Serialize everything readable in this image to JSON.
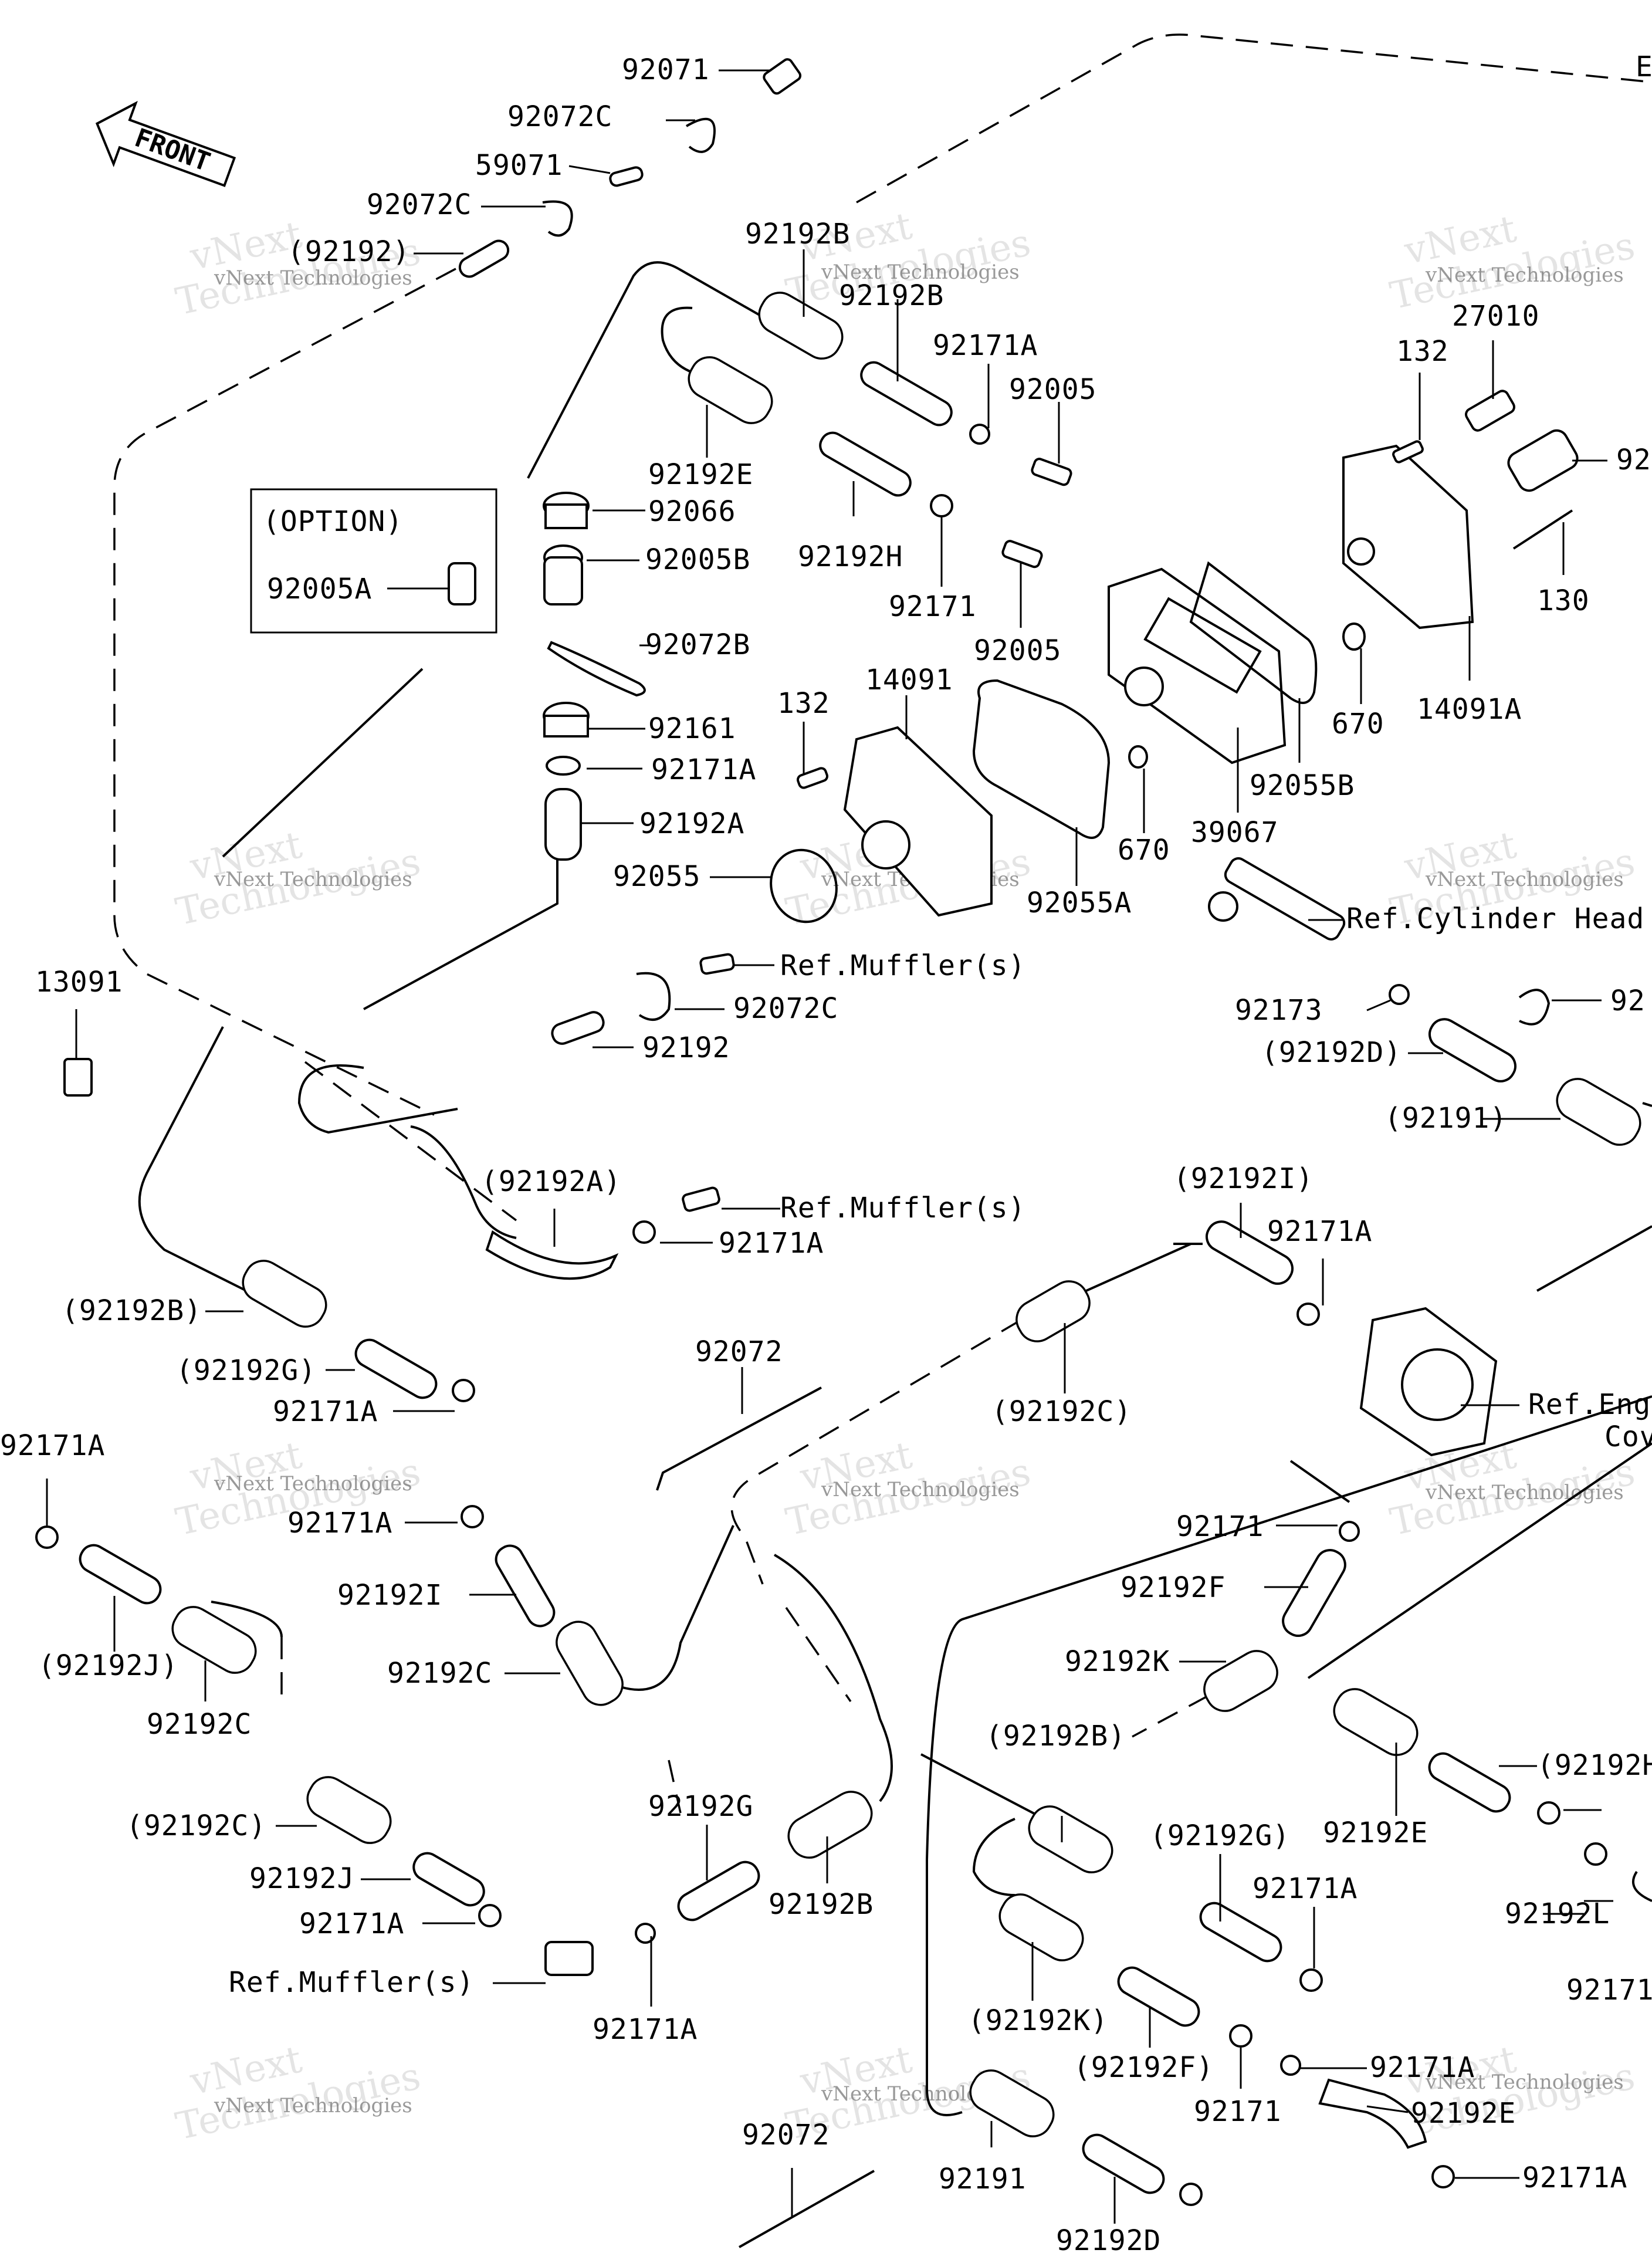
{
  "labels": {
    "corner": "E",
    "front_arrow": "FRONT",
    "option_box": "(OPTION)"
  },
  "parts": [
    "92071",
    "92072C",
    "59071",
    "92072C",
    "(92192)",
    "92192B",
    "92192B",
    "92171A",
    "92005",
    "92192E",
    "92066",
    "92005B",
    "92192H",
    "92171",
    "92005",
    "92005A",
    "92072B",
    "92161",
    "92171A",
    "92192A",
    "132",
    "14091",
    "92055",
    "92055A",
    "670",
    "39067",
    "92055B",
    "670",
    "14091A",
    "130",
    "132",
    "27010",
    "92",
    "Ref.Muffler(s)",
    "92072C",
    "92192",
    "13091",
    "Ref.Cylinder Head",
    "92173",
    "(92192D)",
    "(92191)",
    "92",
    "(92192A)",
    "Ref.Muffler(s)",
    "92171A",
    "(92192I)",
    "92171A",
    "(92192B)",
    "(92192G)",
    "92171A",
    "92072",
    "(92192C)",
    "Ref.Engine",
    "Cover",
    "92171A",
    "92171A",
    "92192I",
    "92171",
    "92192F",
    "92192K",
    "(92192J)",
    "92192C",
    "92192C",
    "(92192B)",
    "(92192C)",
    "92192E",
    "(92192H)",
    "92192J",
    "92171A",
    "92192G",
    "92192B",
    "(92192G)",
    "92171A",
    "92192L",
    "92171",
    "Ref.Muffler(s)",
    "92171A",
    "(92192K)",
    "(92192F)",
    "92171",
    "92171A",
    "92192E",
    "92072",
    "92191",
    "92171A",
    "92192D"
  ],
  "watermark": {
    "big": "vNext",
    "big2": "Technologies",
    "small": "vNext Technologies"
  }
}
